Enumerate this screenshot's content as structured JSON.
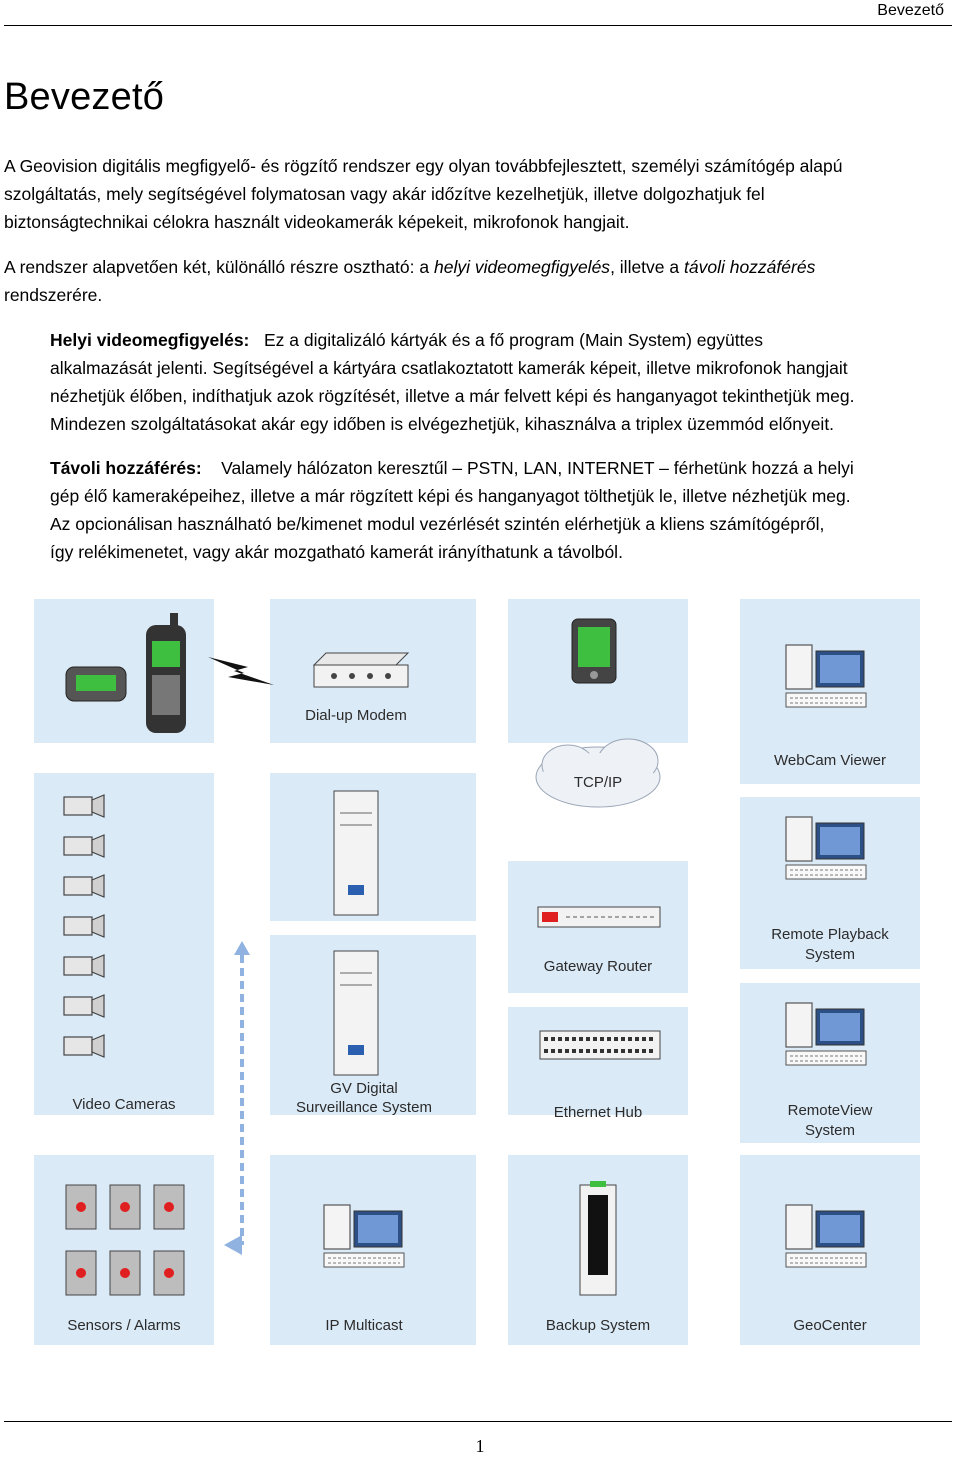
{
  "header": {
    "title": "Bevezető",
    "page_number": "1"
  },
  "heading": "Bevezető",
  "paragraphs": {
    "p1_l1": "A Geovision digitális megfigyelő- és rögzítő rendszer egy olyan továbbfejlesztett, személyi számítógép alapú",
    "p1_l2": "szolgáltatás, mely segítségével folymatosan vagy akár időzítve kezelhetjük, illetve dolgozhatjuk fel",
    "p1_l3": "biztonságtechnikai célokra használt videokamerák képekeit, mikrofonok hangjait.",
    "p2_l1_a": "A rendszer alapvetően két, különálló részre osztható: a ",
    "p2_l1_b": "helyi videomegfigyelés",
    "p2_l1_c": ", illetve a ",
    "p2_l1_d": "távoli hozzáférés",
    "p2_l2": "rendszerére.",
    "local_term": "Helyi videomegfigyelés:",
    "local_l1": "Ez a digitalizáló kártyák és a fő program (Main System) együttes",
    "local_l2": "alkalmazását jelenti. Segítségével a kártyára csatlakoztatott kamerák képeit, illetve mikrofonok hangjait",
    "local_l3": "nézhetjük élőben, indíthatjuk azok rögzítését, illetve a már felvett képi és hanganyagot tekinthetjük meg.",
    "local_l4": "Mindezen szolgáltatásokat akár egy időben is elvégezhetjük, kihasználva a triplex üzemmód előnyeit.",
    "remote_term": "Távoli hozzáférés:",
    "remote_l1": "Valamely hálózaton keresztűl – PSTN, LAN, INTERNET – férhetünk hozzá a helyi",
    "remote_l2": "gép élő kameraképeihez, illetve a már rögzített képi és hanganyagot tölthetjük le, illetve nézhetjük meg.",
    "remote_l3": "Az opcionálisan használható be/kimenet modul vezérlését szintén elérhetjük a kliens számítógépről,",
    "remote_l4": "így relékimenetet, vagy akár mozgatható kamerát irányíthatunk a távolból."
  },
  "diagram": {
    "labels": {
      "dialup": "Dial-up Modem",
      "tcpip": "TCP/IP",
      "webcam": "WebCam Viewer",
      "playback_1": "Remote Playback",
      "playback_2": "System",
      "gateway": "Gateway Router",
      "hub": "Ethernet Hub",
      "remoteview_1": "RemoteView",
      "remoteview_2": "System",
      "gv_1": "GV Digital",
      "gv_2": "Surveillance System",
      "cameras": "Video Cameras",
      "sensors": "Sensors / Alarms",
      "multicast": "IP Multicast",
      "backup": "Backup System",
      "geocenter": "GeoCenter"
    },
    "colors": {
      "panel": "#dbeaf7",
      "line": "#ffffff",
      "screen": "#3fbf3f",
      "alarm": "#e02020",
      "accent": "#2b5fb0"
    }
  }
}
